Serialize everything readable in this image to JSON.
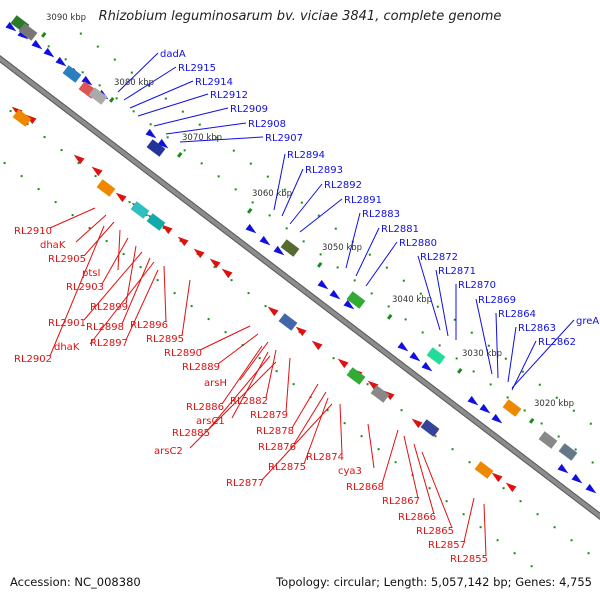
{
  "title": "Rhizobium leguminosarum bv. viciae 3841, complete genome",
  "footer": {
    "accession": "Accession: NC_008380",
    "topology": "Topology: circular; Length: 5,057,142 bp; Genes: 4,755"
  },
  "colors": {
    "forward_gene": "#1010e0",
    "reverse_gene": "#e01010",
    "backbone": "#8c8c8c",
    "tick": "#1a8a1a",
    "kbp_label": "#333333"
  },
  "scale_labels": [
    "3090 kbp",
    "3080 kbp",
    "3070 kbp",
    "3060 kbp",
    "3050 kbp",
    "3040 kbp",
    "3030 kbp",
    "3020 kbp"
  ],
  "forward_labels": [
    "dadA",
    "RL2915",
    "RL2914",
    "RL2912",
    "RL2909",
    "RL2908",
    "RL2907",
    "RL2894",
    "RL2893",
    "RL2892",
    "RL2891",
    "RL2883",
    "RL2881",
    "RL2880",
    "RL2872",
    "RL2871",
    "RL2870",
    "RL2869",
    "RL2864",
    "RL2863",
    "greA",
    "RL2862"
  ],
  "reverse_labels": [
    "RL2910",
    "dhaK",
    "RL2905",
    "ptsI",
    "RL2903",
    "RL2899",
    "RL2901",
    "RL2898",
    "RL2896",
    "dhaK",
    "RL2897",
    "RL2895",
    "RL2902",
    "RL2890",
    "RL2889",
    "arsH",
    "RL2882",
    "RL2886",
    "arsC1",
    "RL2879",
    "RL2885",
    "RL2878",
    "arsC2",
    "RL2876",
    "RL2874",
    "RL2875",
    "cya3",
    "RL2877",
    "RL2868",
    "RL2867",
    "RL2866",
    "RL2865",
    "RL2857",
    "RL2855"
  ]
}
